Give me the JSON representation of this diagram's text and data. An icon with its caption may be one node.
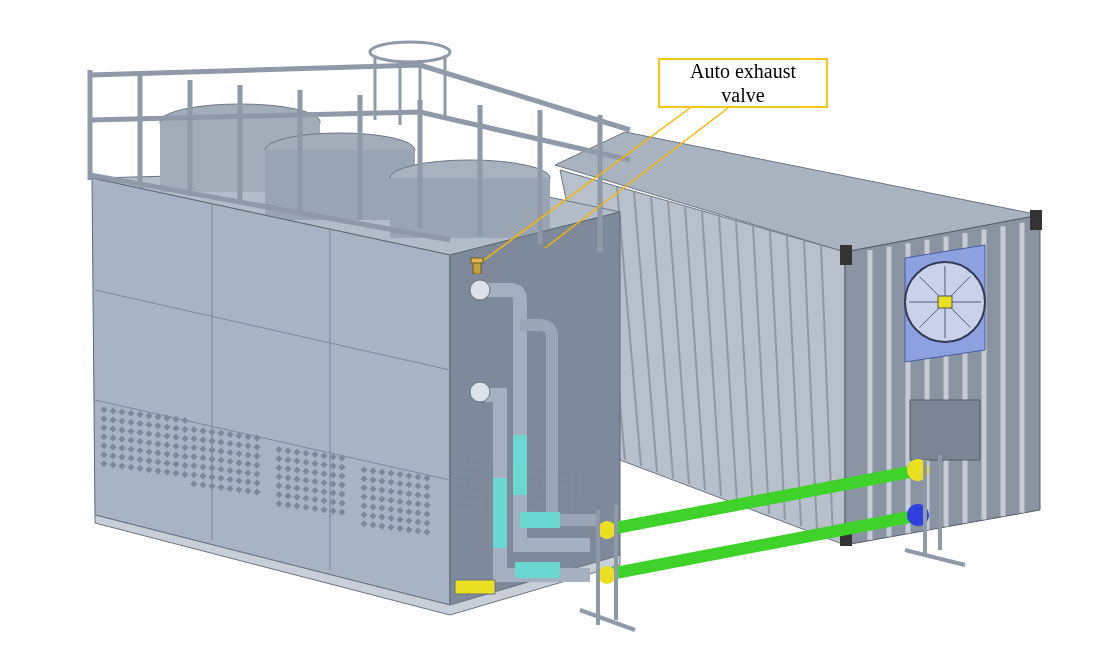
{
  "diagram": {
    "nodes": [
      {
        "text": [
          "Auto exhaust valve"
        ]
      },
      {
        "text": [],
        "shape": "box"
      }
    ],
    "edges": [
      {
        "from": 0,
        "to": 1,
        "arrow": "none"
      },
      {
        "from": 0,
        "to": null,
        "arrow": "none"
      }
    ]
  }
}
